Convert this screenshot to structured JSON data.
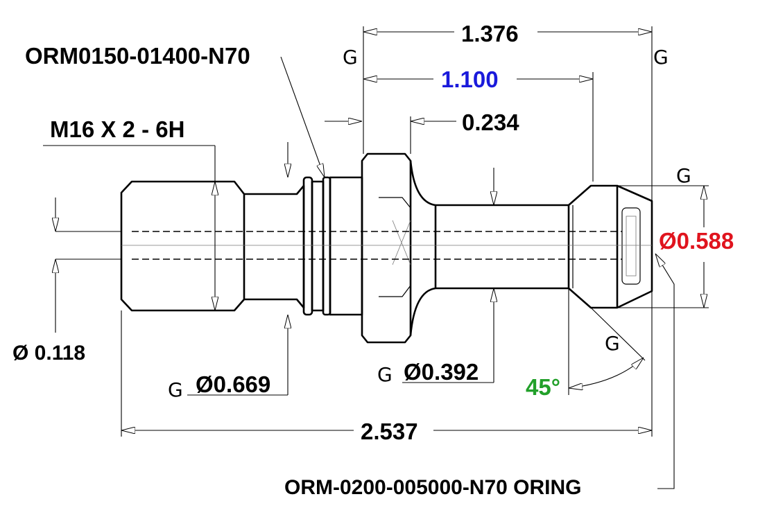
{
  "dimensions": {
    "overall_length": "2.537",
    "gauge_length": "1.376",
    "flange_to_tip": "1.100",
    "flange_width": "0.234",
    "shank_diameter": "Ø0.392",
    "head_diameter": "Ø0.588",
    "thread_diameter": "Ø0.669",
    "bore_diameter": "Ø 0.118",
    "chamfer_angle": "45°"
  },
  "callouts": {
    "thread_spec": "M16 X 2 - 6H",
    "oring_small": "ORM0150-01400-N70",
    "oring_head": "ORM-0200-005000-N70 ORING"
  },
  "symbols": {
    "gauge_symbol": "G"
  },
  "colors": {
    "default": "#000000",
    "flange_to_tip": "#1a1adb",
    "head_diameter": "#e0141e",
    "chamfer_angle": "#22a02a"
  }
}
